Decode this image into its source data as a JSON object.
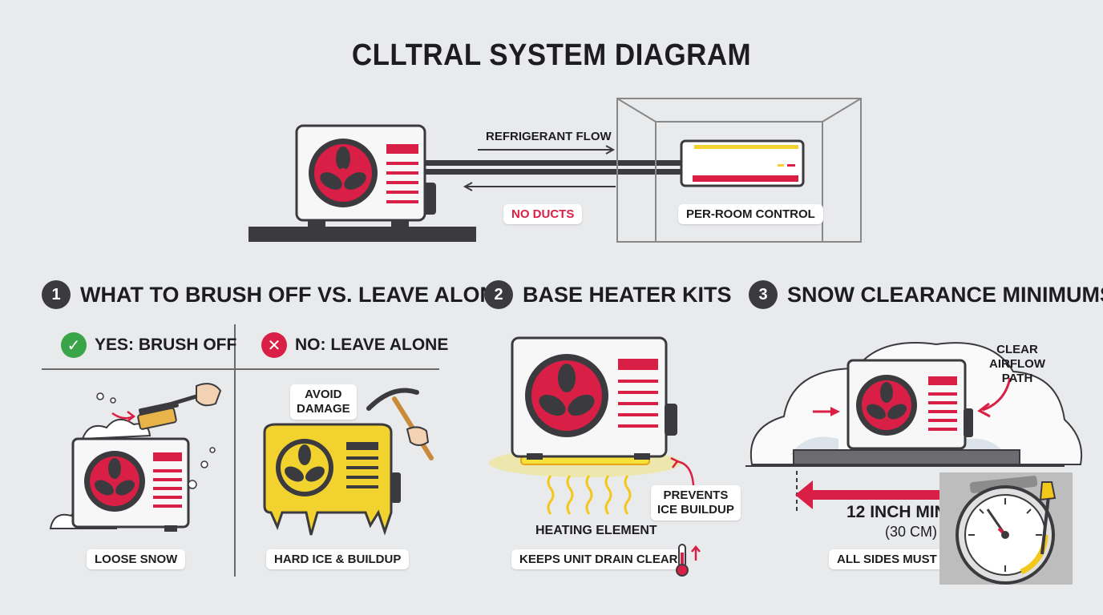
{
  "title": "CLLTRAL SYSTEM DIAGRAM",
  "top_diagram": {
    "refrigerant_flow": "REFRIGERANT FLOW",
    "no_ducts": "NO DUCTS",
    "per_room_control": "PER-ROOM CONTROL"
  },
  "section1": {
    "number": "1",
    "title": "WHAT TO BRUSH OFF VS. LEAVE ALONE",
    "yes_title": "YES: BRUSH OFF",
    "no_title": "NO: LEAVE ALONE",
    "avoid_damage_line1": "AVOID",
    "avoid_damage_line2": "DAMAGE",
    "loose_snow": "LOOSE SNOW",
    "hard_ice": "HARD ICE & BUILDUP"
  },
  "section2": {
    "number": "2",
    "title": "BASE HEATER KITS",
    "prevents_line1": "PREVENTS",
    "prevents_line2": "ICE BUILDUP",
    "heating_element": "HEATING ELEMENT",
    "keeps_drain": "KEEPS UNIT DRAIN CLEAR"
  },
  "section3": {
    "number": "3",
    "title": "SNOW CLEARANCE MINIMUMS",
    "clear_line1": "CLEAR",
    "clear_line2": "AIRFLOW",
    "clear_line3": "PATH",
    "minimum": "12 INCH MINIMU",
    "minimum_metric": "(30 CM)",
    "all_sides": "ALL SIDES MUST BE CLE"
  },
  "colors": {
    "accent_red": "#d91f45",
    "dark": "#3b3b3f",
    "ice_yellow": "#f2d22e",
    "heater_glow": "#f5e13a",
    "check_green": "#3aa449"
  }
}
